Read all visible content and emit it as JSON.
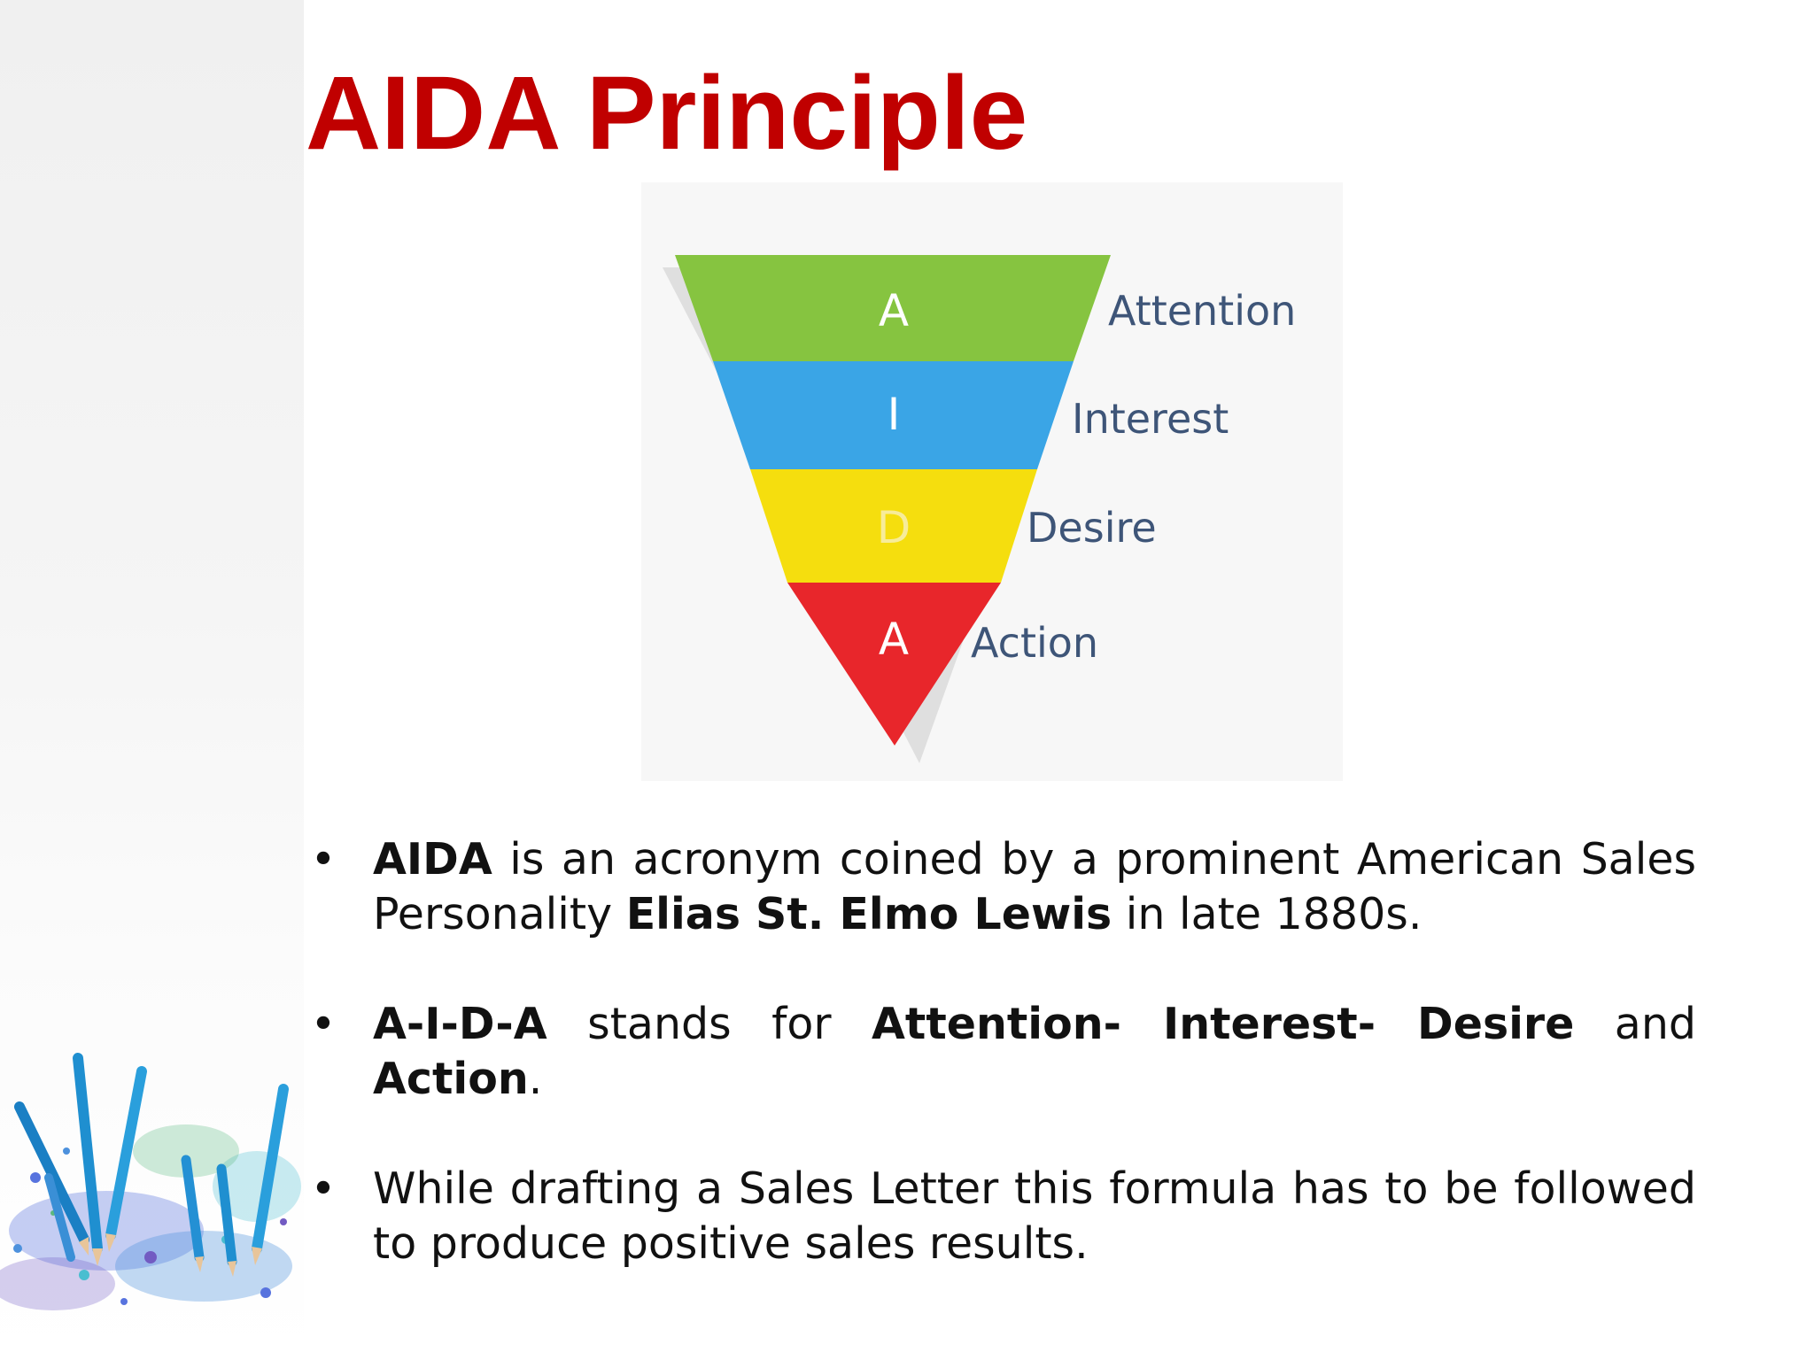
{
  "slide": {
    "title": "AIDA Principle"
  },
  "funnel": {
    "levels": [
      {
        "letter": "A",
        "label": "Attention",
        "color": "#86c440"
      },
      {
        "letter": "I",
        "label": "Interest",
        "color": "#3aa5e6"
      },
      {
        "letter": "D",
        "label": "Desire",
        "color": "#f5de0e"
      },
      {
        "letter": "A",
        "label": "Action",
        "color": "#e8262b"
      }
    ]
  },
  "bullets": [
    {
      "b1": "AIDA",
      "t1": " is an acronym coined by a prominent American Sales Personality ",
      "b2": "Elias St. Elmo Lewis",
      "t2": " in late 1880s."
    },
    {
      "b1": "A-I-D-A",
      "t1": " stands for ",
      "b2": "Attention- Interest- Desire",
      "t2": " and ",
      "b3": "Action",
      "t3": "."
    },
    {
      "t1": "While drafting a Sales Letter this formula has to be followed to produce positive sales results."
    }
  ],
  "bullet_marker": "•",
  "colors": {
    "title": "#c00000",
    "label": "#3e5578"
  }
}
